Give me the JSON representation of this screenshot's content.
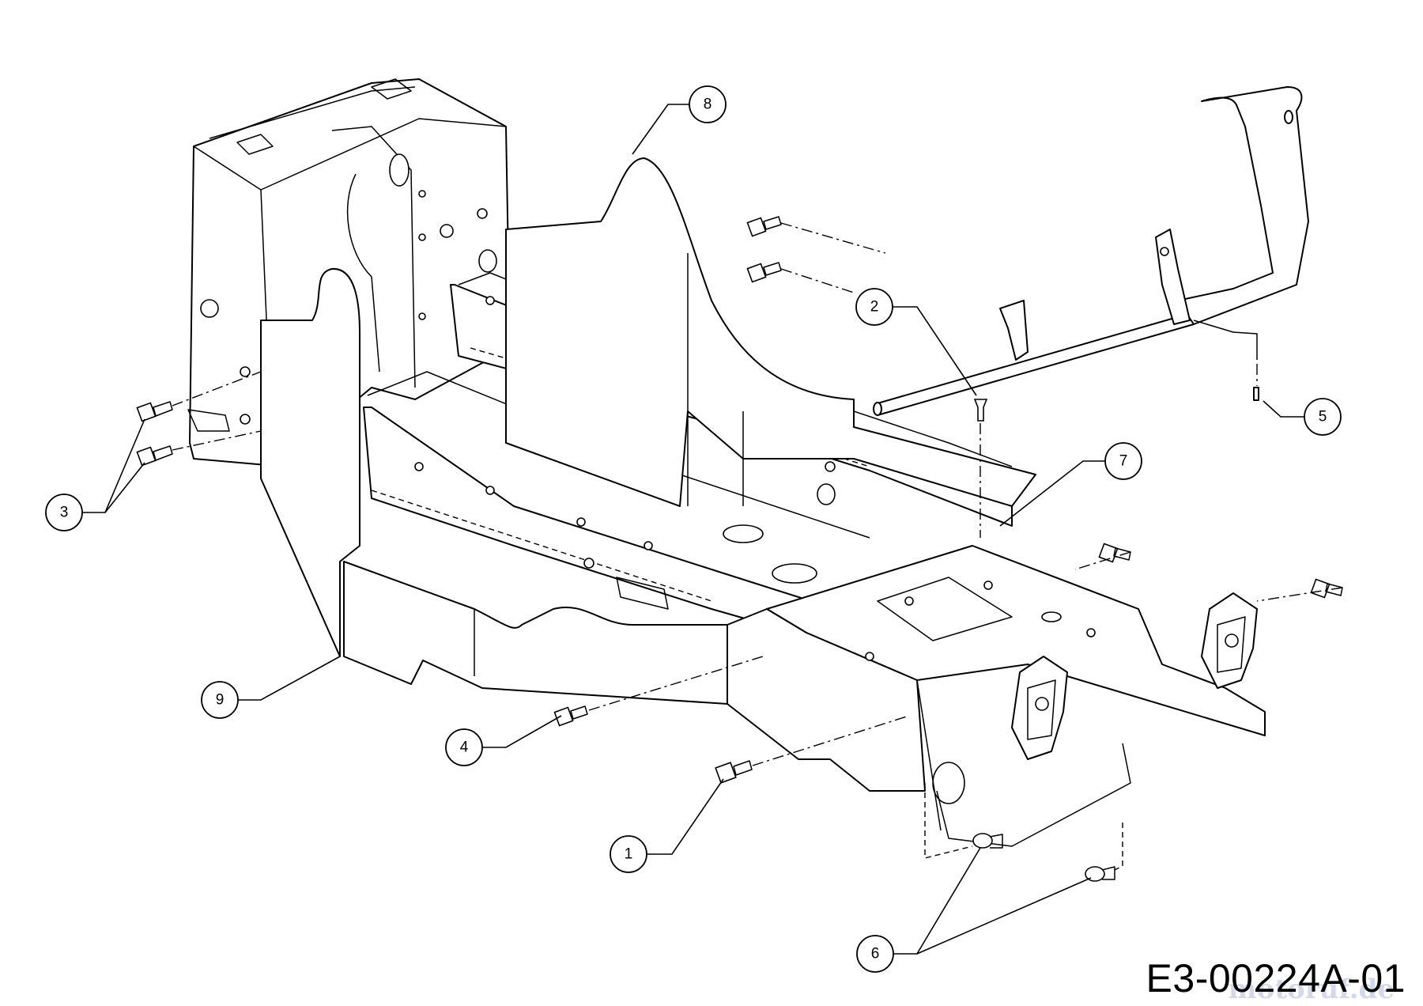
{
  "diagram": {
    "drawing_code": "E3-00224A-01",
    "watermark": "motoruf.de",
    "callouts": [
      {
        "id": "callout-1",
        "label": "1"
      },
      {
        "id": "callout-2",
        "label": "2"
      },
      {
        "id": "callout-3",
        "label": "3"
      },
      {
        "id": "callout-4",
        "label": "4"
      },
      {
        "id": "callout-5",
        "label": "5"
      },
      {
        "id": "callout-6",
        "label": "6"
      },
      {
        "id": "callout-7",
        "label": "7"
      },
      {
        "id": "callout-8",
        "label": "8"
      },
      {
        "id": "callout-9",
        "label": "9"
      }
    ]
  }
}
